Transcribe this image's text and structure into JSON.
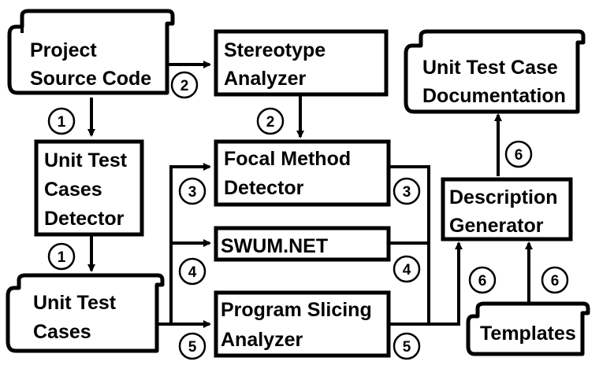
{
  "nodes": {
    "project_source": [
      "Project",
      "Source Code"
    ],
    "stereotype": [
      "Stereotype",
      "Analyzer"
    ],
    "unit_test_doc": [
      "Unit Test Case",
      "Documentation"
    ],
    "ut_detector": [
      "Unit Test",
      "Cases",
      "Detector"
    ],
    "focal": [
      "Focal Method",
      "Detector"
    ],
    "swum": [
      "SWUM.NET"
    ],
    "description": [
      "Description",
      "Generator"
    ],
    "ut_cases": [
      "Unit Test",
      "Cases"
    ],
    "slicing": [
      "Program Slicing",
      "Analyzer"
    ],
    "templates": [
      "Templates"
    ]
  },
  "steps": {
    "one": "1",
    "two": "2",
    "three": "3",
    "four": "4",
    "five": "5",
    "six": "6"
  }
}
